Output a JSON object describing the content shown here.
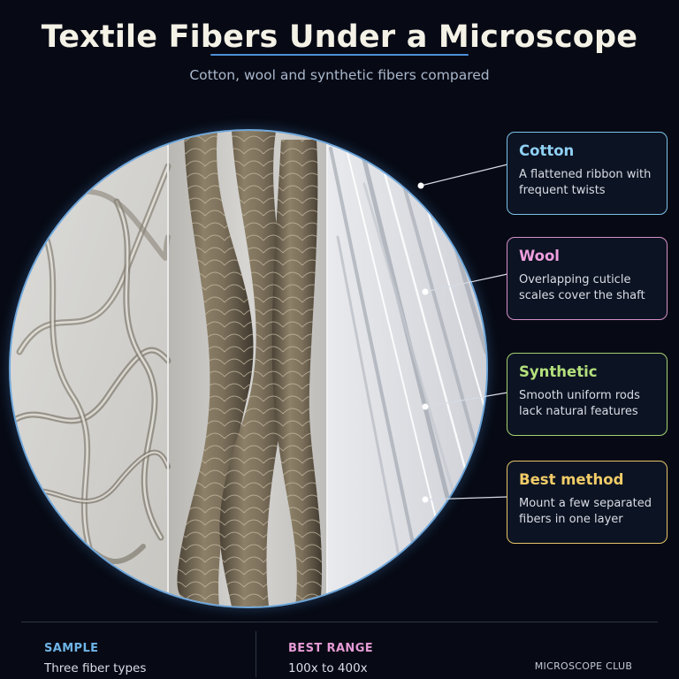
{
  "header": {
    "title": "Textile Fibers Under a Microscope",
    "subtitle": "Cotton, wool and synthetic fibers compared"
  },
  "callouts": [
    {
      "title": "Cotton",
      "description": "A flattened ribbon with frequent twists",
      "color": "#8fd0f3"
    },
    {
      "title": "Wool",
      "description": "Overlapping cuticle scales cover the shaft",
      "color": "#ee9fde"
    },
    {
      "title": "Synthetic",
      "description": "Smooth uniform rods lack natural features",
      "color": "#b3e07c"
    },
    {
      "title": "Best method",
      "description": "Mount a few separated fibers in one layer",
      "color": "#f2cc68"
    }
  ],
  "footer": {
    "sample_label": "SAMPLE",
    "sample_value": "Three fiber types",
    "range_label": "BEST RANGE",
    "range_value": "100x to 400x",
    "brand": "MICROSCOPE CLUB"
  },
  "colors": {
    "background": "#070a14",
    "accent": "#4d8fd6"
  }
}
